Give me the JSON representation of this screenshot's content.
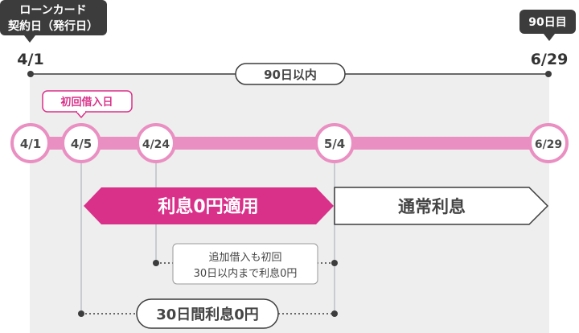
{
  "tags": {
    "contract": [
      "ローンカード",
      "契約日（発行日）"
    ],
    "end": "90日目",
    "first_borrow": "初回借入日"
  },
  "axis": {
    "start": "4/1",
    "end": "6/29",
    "span_label": "90日以内"
  },
  "timeline": {
    "dates": [
      "4/1",
      "4/5",
      "4/24",
      "5/4",
      "6/29"
    ]
  },
  "arrows": {
    "free": "利息0円適用",
    "normal": "通常利息"
  },
  "notes": {
    "additional": [
      "追加借入も初回",
      "30日以内まで利息0円"
    ],
    "thirty_days": "30日間利息0円"
  },
  "colors": {
    "accent": "#d9318a",
    "accent_light": "#ea8fc2",
    "dark": "#3c3c3c",
    "panel": "#eeeeee",
    "guide": "#c8ccd2"
  }
}
